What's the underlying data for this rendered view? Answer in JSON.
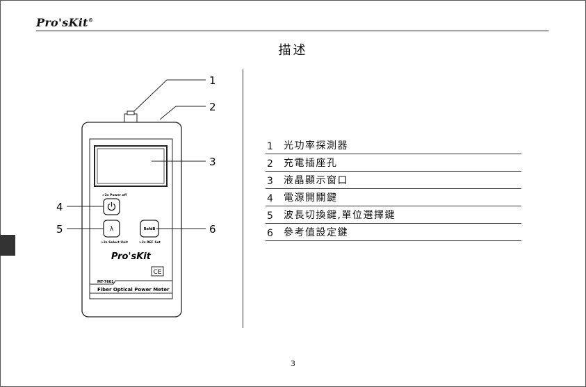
{
  "header": {
    "brand": "Pro'sKit",
    "brand_mark": "®"
  },
  "title": "描述",
  "device": {
    "power_hint": ">2s Power off",
    "lambda_symbol": "λ",
    "refdb_label": "RefdB",
    "select_hint": ">2s Select Unit",
    "ref_hint": ">2s REF Set",
    "brand": "Pro'sKit",
    "ce_mark": "CE",
    "model": "MT-7601",
    "product_name": "Fiber Optical Power Meter"
  },
  "callouts": [
    "1",
    "2",
    "3",
    "4",
    "5",
    "6"
  ],
  "legend": [
    {
      "num": "1",
      "text": "光功率探測器"
    },
    {
      "num": "2",
      "text": "充電插座孔"
    },
    {
      "num": "3",
      "text": "液晶顯示窗口"
    },
    {
      "num": "4",
      "text": "電源開關鍵"
    },
    {
      "num": "5",
      "text": "波長切換鍵,單位選擇鍵"
    },
    {
      "num": "6",
      "text": "參考值設定鍵"
    }
  ],
  "page_number": "3"
}
